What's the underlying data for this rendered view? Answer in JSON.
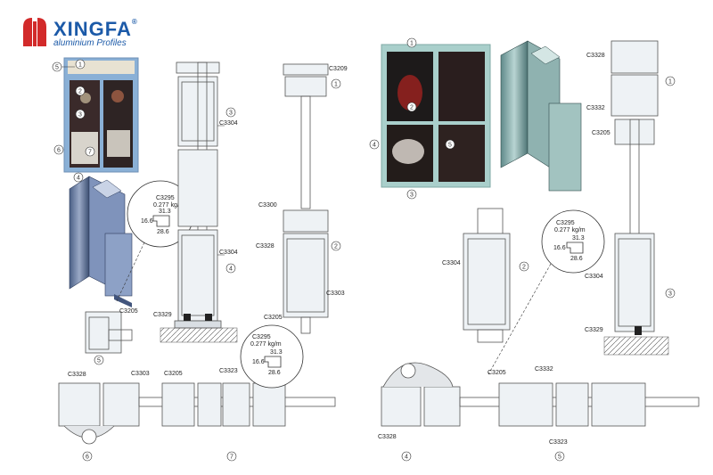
{
  "brand": {
    "name": "XINGFA",
    "tagline": "aluminium Profiles",
    "colors": {
      "primary": "#1c5aa8",
      "accent": "#d22a2a"
    }
  },
  "profile_labels": {
    "c3209": "C3209",
    "c3304": "C3304",
    "c3300": "C3300",
    "c3328": "C3328",
    "c3303": "C3303",
    "c3329": "C3329",
    "c3205": "C3205",
    "c3323": "C3323",
    "c3332": "C3332"
  },
  "detail_callout": {
    "code": "C3295",
    "weight": "0.277 kg/m",
    "dim_w": "31.3",
    "dim_h": "16.6",
    "dim_b": "28.6"
  },
  "markers": [
    "1",
    "2",
    "3",
    "4",
    "5",
    "6",
    "7"
  ]
}
